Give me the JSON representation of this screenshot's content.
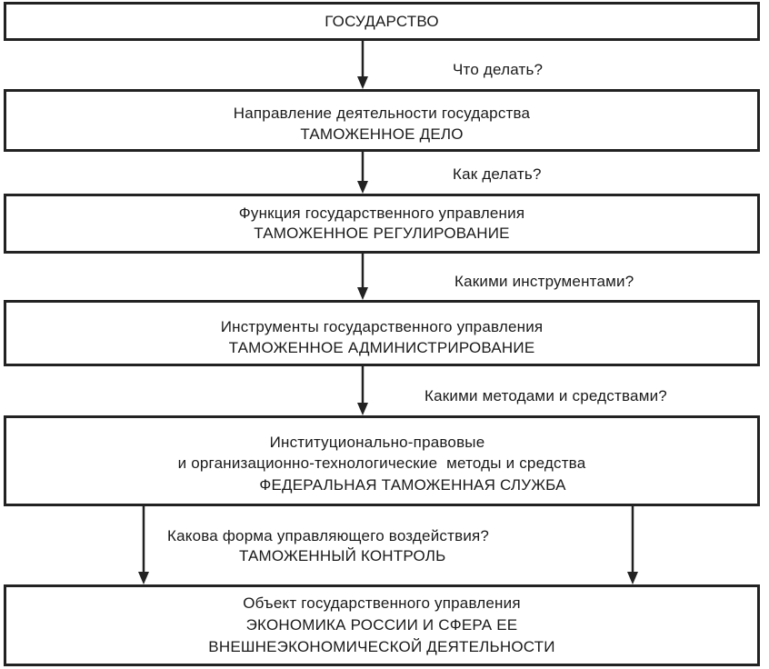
{
  "boxes": {
    "state": {
      "line1": "ГОСУДАРСТВО"
    },
    "direction": {
      "line1": "Направление деятельности государства",
      "line2": "ТАМОЖЕННОЕ ДЕЛО"
    },
    "function": {
      "line1": "Функция государственного управления",
      "line2": "ТАМОЖЕННОЕ РЕГУЛИРОВАНИЕ"
    },
    "instruments": {
      "line1": "Инструменты государственного управления",
      "line2": "ТАМОЖЕННОЕ АДМИНИСТРИРОВАНИЕ"
    },
    "methods": {
      "line1": "Институционально-правовые",
      "line2": "и организационно-технологические  методы и средства",
      "line3": "ФЕДЕРАЛЬНАЯ ТАМОЖЕННАЯ СЛУЖБА"
    },
    "object": {
      "line1": "Объект государственного управления",
      "line2": "ЭКОНОМИКА РОССИИ И СФЕРА ЕЕ",
      "line3": "ВНЕШНЕЭКОНОМИЧЕСКОЙ ДЕЯТЕЛЬНОСТИ"
    }
  },
  "questions": {
    "q1": "Что делать?",
    "q2": "Как делать?",
    "q3": "Какими инструментами?",
    "q4": "Какими методами и средствами?",
    "q5_line1": "Какова форма управляющего воздействия?",
    "q5_line2": "ТАМОЖЕННЫЙ КОНТРОЛЬ"
  }
}
